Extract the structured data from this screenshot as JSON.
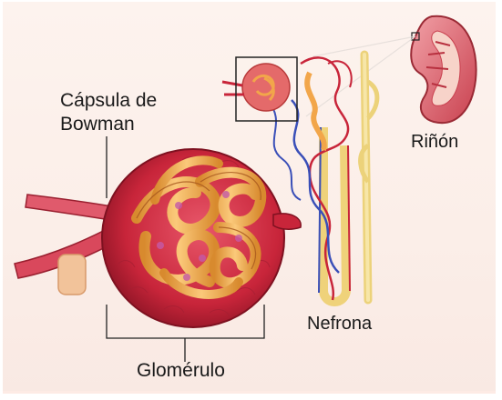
{
  "labels": {
    "capsula_line1": "Cápsula de",
    "capsula_line2": "Bowman",
    "rinon": "Riñón",
    "nefrona": "Nefrona",
    "glomerulo": "Glomérulo"
  },
  "colors": {
    "background": "#fbeee8",
    "capsule_red": "#c8253a",
    "glomerulus_orange": "#f2a64a",
    "vessel_blue": "#3a4fb8",
    "tubule_yellow": "#efd27a"
  }
}
